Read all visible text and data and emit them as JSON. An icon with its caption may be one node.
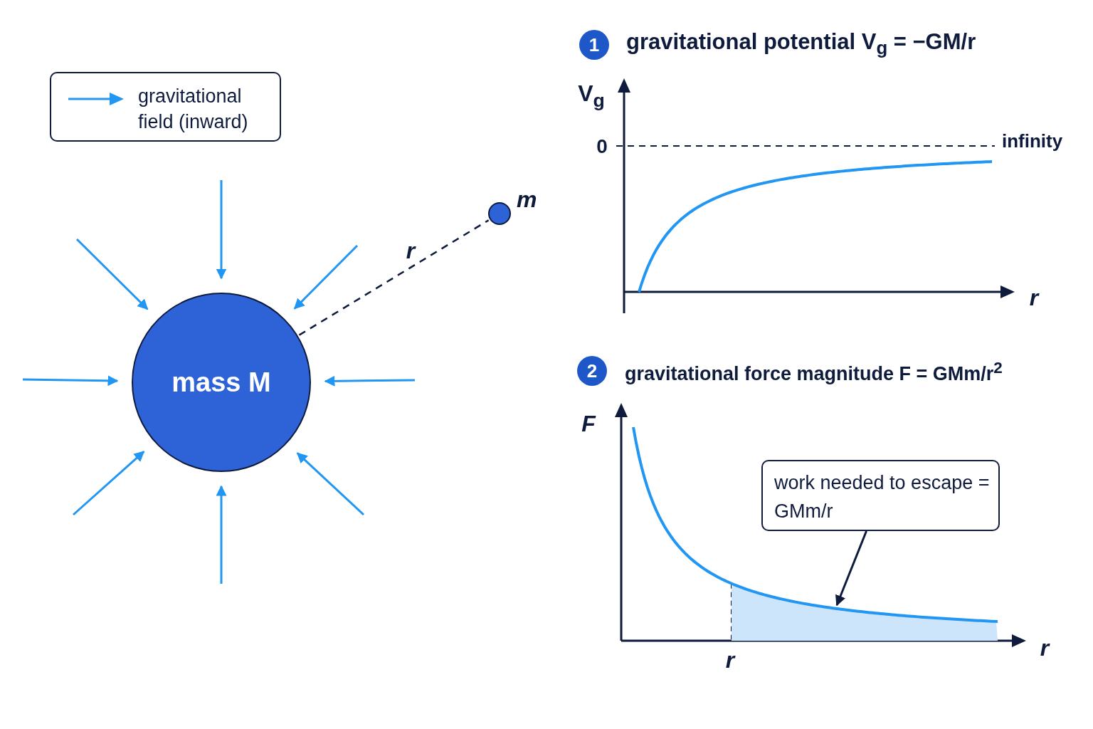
{
  "diagram": {
    "nodes": [
      {
        "text": [
          "mass M"
        ]
      },
      {
        "text": [],
        "shape": "circle",
        "beside": [
          "m"
        ]
      },
      {
        "text": [
          "work needed to escape = GMm/r"
        ]
      },
      {
        "text": [],
        "shape": "area"
      }
    ],
    "edges": [
      {
        "from": null,
        "to": 0,
        "arrow": "to"
      },
      {
        "from": null,
        "to": 0,
        "arrow": "to"
      },
      {
        "from": null,
        "to": 0,
        "arrow": "to"
      },
      {
        "from": null,
        "to": 0,
        "arrow": "to"
      },
      {
        "from": null,
        "to": 0,
        "arrow": "to"
      },
      {
        "from": null,
        "to": 0,
        "arrow": "to"
      },
      {
        "from": null,
        "to": 0,
        "arrow": "to"
      },
      {
        "from": null,
        "to": 0,
        "arrow": "to"
      },
      {
        "from": 0,
        "to": 1,
        "arrow": "none",
        "label": "r",
        "style": "dashed",
        "color": "#0f1b3d"
      },
      {
        "from": 2,
        "to": 3,
        "arrow": "to",
        "color": "#0f1b3d"
      }
    ],
    "labels": [
      "1",
      "gravitational potential  V$_{g}$ = −GM/r",
      "V$_{g}$",
      "0",
      "infinity",
      "r",
      "2",
      "gravitational force magnitude  F = GMm/r$^{2}$",
      "F",
      "r",
      "r"
    ],
    "legend": [
      {
        "text": "gravitational field (inward)"
      }
    ]
  }
}
